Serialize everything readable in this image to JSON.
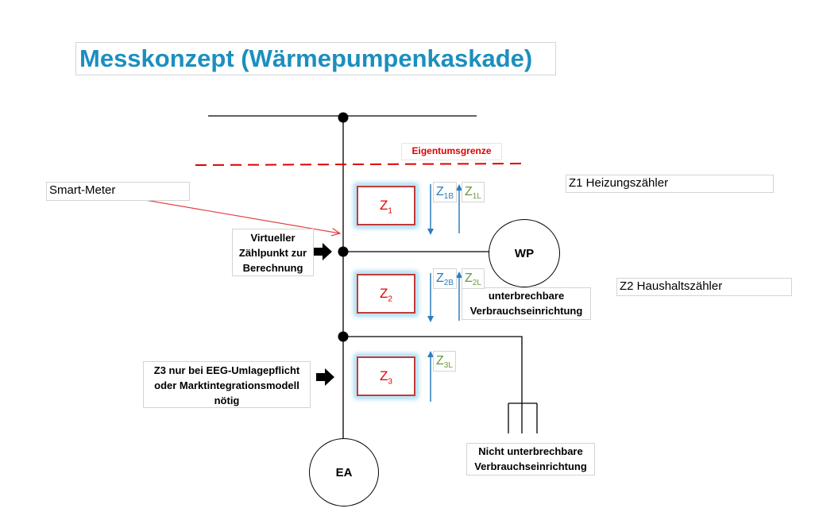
{
  "title": "Messkonzept (Wärmepumpenkaskade)",
  "labels": {
    "eigentumsgrenze": "Eigentumsgrenze",
    "smart_meter": "Smart-Meter",
    "virtueller_zp": "Virtueller Zählpunkt zur Berechnung",
    "z3_note": "Z3 nur bei EEG-Umlagepflicht oder Marktintegrationsmodell nötig",
    "heizungszaehler": "Z1 Heizungszähler",
    "haushaltszaehler": "Z2 Haushaltszähler",
    "unterbrechbar": "unterbrechbare Verbrauchseinrichtung",
    "nicht_unterbrechbar": "Nicht unterbrechbare Verbrauchseinrichtung",
    "wp": "WP",
    "ea": "EA"
  },
  "meters": {
    "z1": {
      "main": "Z",
      "sub": "1"
    },
    "z2": {
      "main": "Z",
      "sub": "2"
    },
    "z3": {
      "main": "Z",
      "sub": "3"
    }
  },
  "flow_labels": {
    "z1b": {
      "main": "Z",
      "sub": "1B"
    },
    "z1l": {
      "main": "Z",
      "sub": "1L"
    },
    "z2b": {
      "main": "Z",
      "sub": "2B"
    },
    "z2l": {
      "main": "Z",
      "sub": "2L"
    },
    "z3l": {
      "main": "Z",
      "sub": "3L"
    }
  },
  "colors": {
    "title": "#1b8fbf",
    "boundary": "#e00000",
    "meter_border": "#c23a3a",
    "bezug": "#2a7fc0",
    "lieferung": "#6a9a3a"
  }
}
